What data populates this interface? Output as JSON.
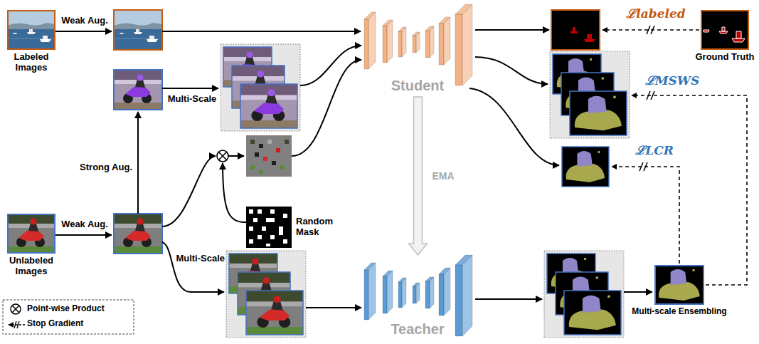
{
  "diagram": {
    "nodes": [
      {
        "text": [
          "Labeled Images"
        ]
      },
      {
        "text": [
          "Unlabeled Images"
        ]
      },
      {
        "text": [
          "Random Mask"
        ]
      },
      {
        "text": [
          "Student"
        ]
      },
      {
        "text": [
          "Teacher"
        ]
      },
      {
        "text": [
          "Multi-scale Ensembling"
        ]
      },
      {
        "text": [
          "Ground Truth"
        ]
      }
    ],
    "edges": [
      {
        "from": 3,
        "to": 4,
        "arrow": "to",
        "label": "EMA"
      }
    ],
    "labels": [
      "Weak Aug.",
      "Multi-Scale",
      "Strong Aug.",
      "Weak Aug.",
      "Multi-Scale",
      "ℒlabeled",
      "ℒMSWS",
      "ℒLCR"
    ],
    "legend": [
      {
        "text": "Point-wise Product"
      },
      {
        "text": "Stop Gradient"
      }
    ]
  }
}
